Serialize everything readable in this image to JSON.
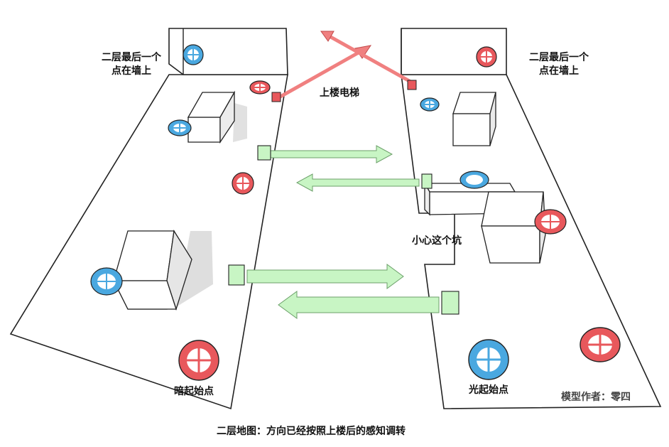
{
  "labels": {
    "left_wall_note_line1": "二层最后一个",
    "left_wall_note_line2": "点在墙上",
    "right_wall_note_line1": "二层最后一个",
    "right_wall_note_line2": "点在墙上",
    "elevator": "上楼电梯",
    "pit_warning": "小心这个坑",
    "dark_start": "暗起始点",
    "light_start": "光起始点",
    "author": "模型作者：零四",
    "caption": "二层地图：方向已经按照上楼后的感知调转"
  },
  "colors": {
    "red_marker": "#e8585c",
    "blue_marker": "#4aa8e0",
    "arrow_green": "#c8f5c4",
    "elevator_arrow": "#f08080",
    "outline": "#222222"
  }
}
